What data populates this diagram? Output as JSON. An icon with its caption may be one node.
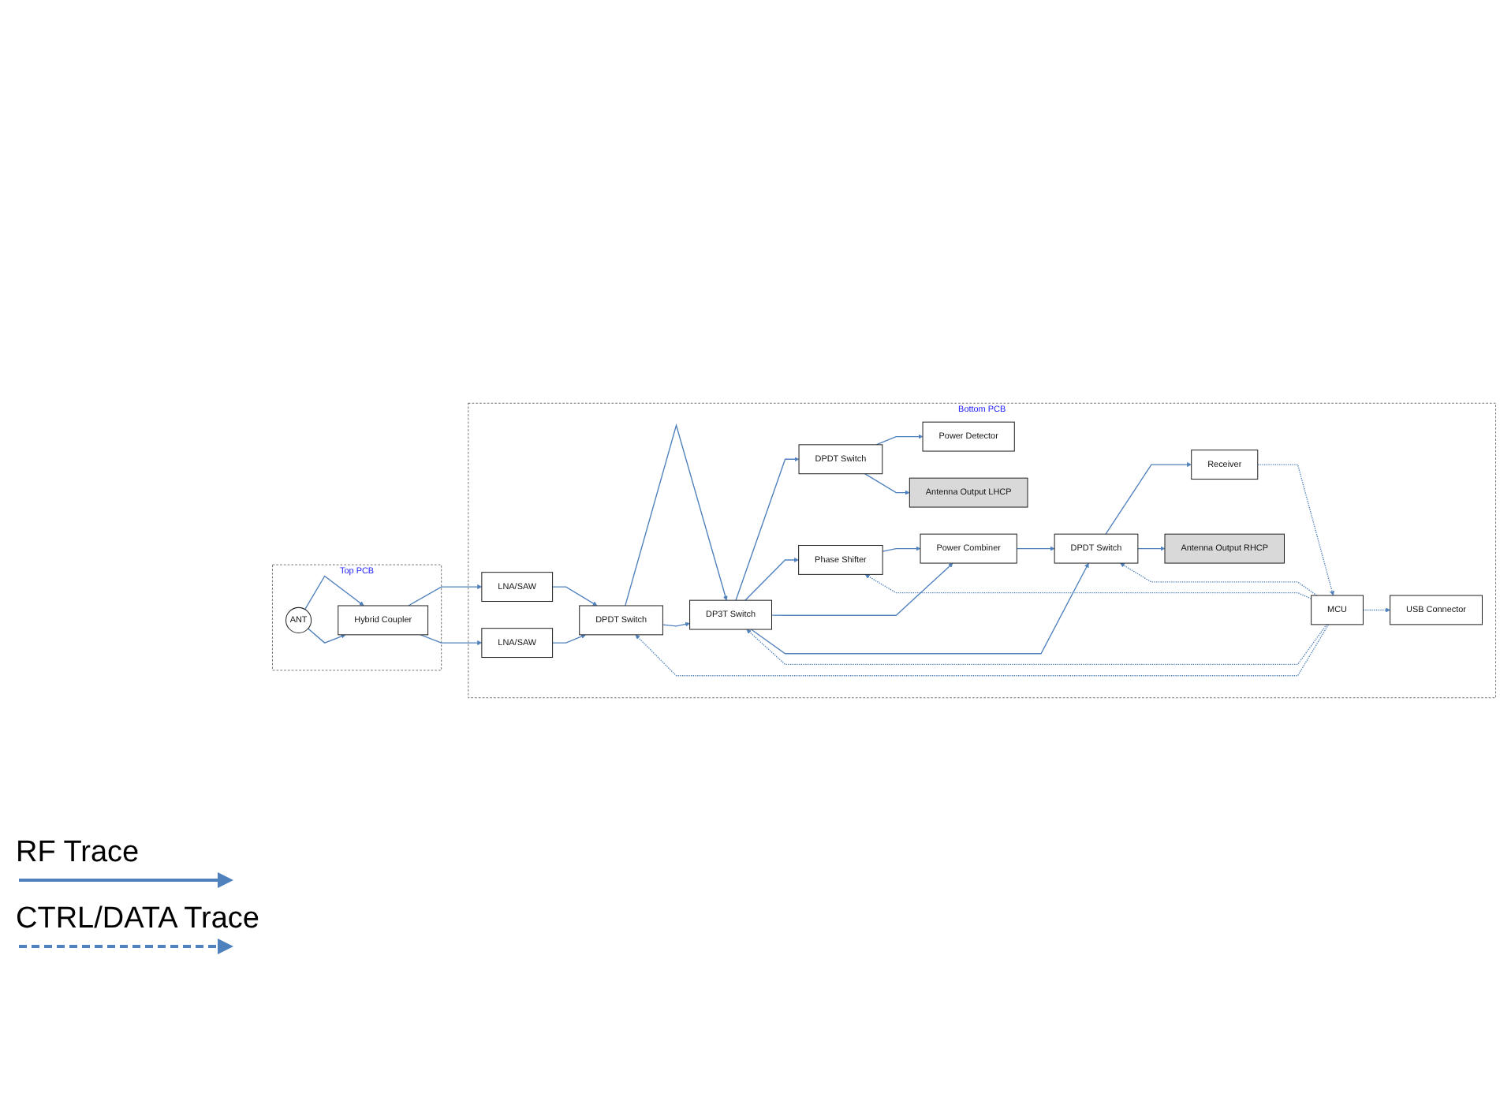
{
  "diagram": {
    "nodes": [
      {
        "text": [
          "Top PCB"
        ]
      },
      {
        "text": [
          "ANT"
        ],
        "in": 0
      },
      {
        "text": [
          "Hybrid Coupler"
        ],
        "in": 0
      },
      {
        "text": [
          "Bottom PCB"
        ]
      },
      {
        "text": [
          "Power Detector"
        ],
        "in": 3
      },
      {
        "text": [
          "DPDT Switch"
        ],
        "in": 3
      },
      {
        "text": [
          "Antenna Output LHCP"
        ],
        "in": 3
      },
      {
        "text": [
          "LNA/SAW"
        ],
        "in": 3
      },
      {
        "text": [
          "DPDT Switch"
        ],
        "in": 3
      },
      {
        "text": [
          "DP3T Switch"
        ],
        "in": 3
      },
      {
        "text": [
          "Phase Shifter"
        ],
        "in": 3
      },
      {
        "text": [
          "Power Combiner"
        ],
        "in": 3
      },
      {
        "text": [
          "LNA/SAW"
        ],
        "in": 3
      },
      {
        "text": [
          "USB Connector"
        ],
        "in": 3
      },
      {
        "text": [
          "MCU"
        ],
        "in": 3
      },
      {
        "text": [
          "DPDT Switch"
        ],
        "in": 3
      },
      {
        "text": [
          "Receiver"
        ],
        "in": 3
      },
      {
        "text": [
          "Antenna Output RHCP"
        ],
        "in": 3
      }
    ],
    "edges": [
      {
        "from": 1,
        "to": 2,
        "arrow": "to"
      },
      {
        "from": 1,
        "to": 2,
        "arrow": "to"
      },
      {
        "from": 2,
        "to": 7,
        "arrow": "to"
      },
      {
        "from": 2,
        "to": 12,
        "arrow": "to"
      },
      {
        "from": 7,
        "to": 8,
        "arrow": "to"
      },
      {
        "from": 12,
        "to": 8,
        "arrow": "to"
      },
      {
        "from": 8,
        "to": 9,
        "arrow": "to"
      },
      {
        "from": 8,
        "to": 9,
        "arrow": "to"
      },
      {
        "from": 9,
        "to": 5,
        "arrow": "to"
      },
      {
        "from": 5,
        "to": 4,
        "arrow": "to"
      },
      {
        "from": 5,
        "to": 6,
        "arrow": "to"
      },
      {
        "from": 9,
        "to": 10,
        "arrow": "to"
      },
      {
        "from": 10,
        "to": 11,
        "arrow": "to"
      },
      {
        "from": 9,
        "to": 11,
        "arrow": "to"
      },
      {
        "from": 11,
        "to": 15,
        "arrow": "to"
      },
      {
        "from": 9,
        "to": 15,
        "arrow": "to"
      },
      {
        "from": 15,
        "to": 16,
        "arrow": "to"
      },
      {
        "from": 15,
        "to": 17,
        "arrow": "to"
      },
      {
        "from": 14,
        "to": 8,
        "arrow": "to",
        "style": "dashed"
      },
      {
        "from": 14,
        "to": 9,
        "arrow": "to",
        "style": "dashed"
      },
      {
        "from": 14,
        "to": 10,
        "arrow": "to",
        "style": "dashed"
      },
      {
        "from": 14,
        "to": 13,
        "arrow": "to",
        "style": "dashed"
      },
      {
        "from": 14,
        "to": 15,
        "arrow": "to",
        "style": "dashed"
      },
      {
        "from": 16,
        "to": 14,
        "arrow": "to",
        "style": "dashed"
      }
    ],
    "legend": [
      {
        "text": "RF Trace"
      },
      {
        "text": "CTRL/DATA Trace"
      }
    ]
  }
}
